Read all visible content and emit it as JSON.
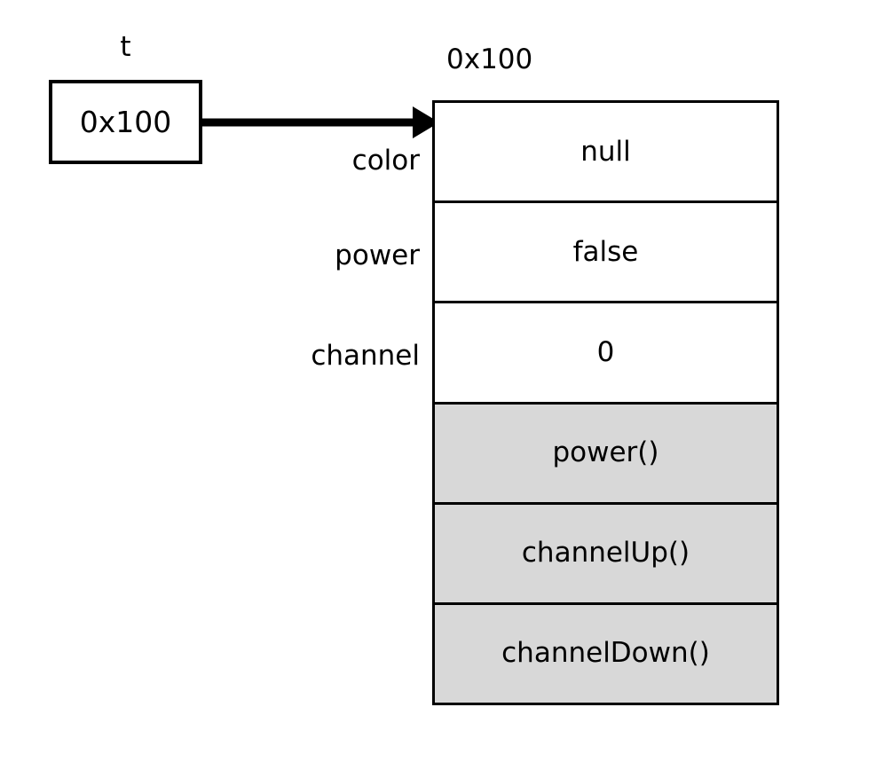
{
  "diagram": {
    "title": "object-reference-memory-diagram",
    "variable": {
      "name": "t",
      "value": "0x100"
    },
    "object": {
      "address": "0x100",
      "field_labels": [
        "color",
        "power",
        "channel"
      ],
      "rows": [
        {
          "kind": "field",
          "text": "null"
        },
        {
          "kind": "field",
          "text": "false"
        },
        {
          "kind": "field",
          "text": "0"
        },
        {
          "kind": "method",
          "text": "power()"
        },
        {
          "kind": "method",
          "text": "channelUp()"
        },
        {
          "kind": "method",
          "text": "channelDown()"
        }
      ]
    },
    "colors": {
      "background": "#ffffff",
      "stroke": "#000000",
      "field_fill": "#ffffff",
      "method_fill": "#d8d8d8"
    }
  }
}
